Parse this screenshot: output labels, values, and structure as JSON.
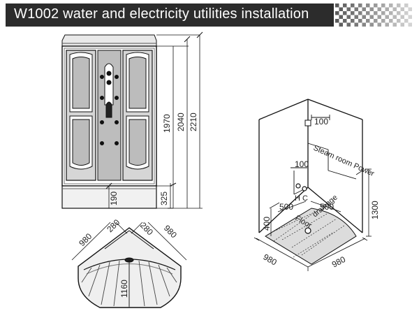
{
  "header": {
    "title": "W1002  water and electricity utilities installation",
    "bg_color": "#2c2c2c",
    "text_color": "#ffffff"
  },
  "front_view": {
    "dims": {
      "base_190": "190",
      "base_325": "325",
      "h_1970": "1970",
      "h_2040": "2040",
      "h_2210": "2210"
    }
  },
  "plan_view": {
    "dims": {
      "w_left": "980",
      "w_right": "980",
      "seg_left": "280",
      "seg_right": "280",
      "depth": "1160"
    }
  },
  "iso_view": {
    "dims": {
      "top_100": "100",
      "mid_100": "100",
      "h_400": "400",
      "h_1300": "1300",
      "w_500_left": "500",
      "w_500_right": "500",
      "base_left": "980",
      "base_right": "980"
    },
    "labels": {
      "steam_power": "Steam room Power",
      "hot_cold": "H  C",
      "floor": "Floor",
      "drainage": "drainage"
    }
  }
}
